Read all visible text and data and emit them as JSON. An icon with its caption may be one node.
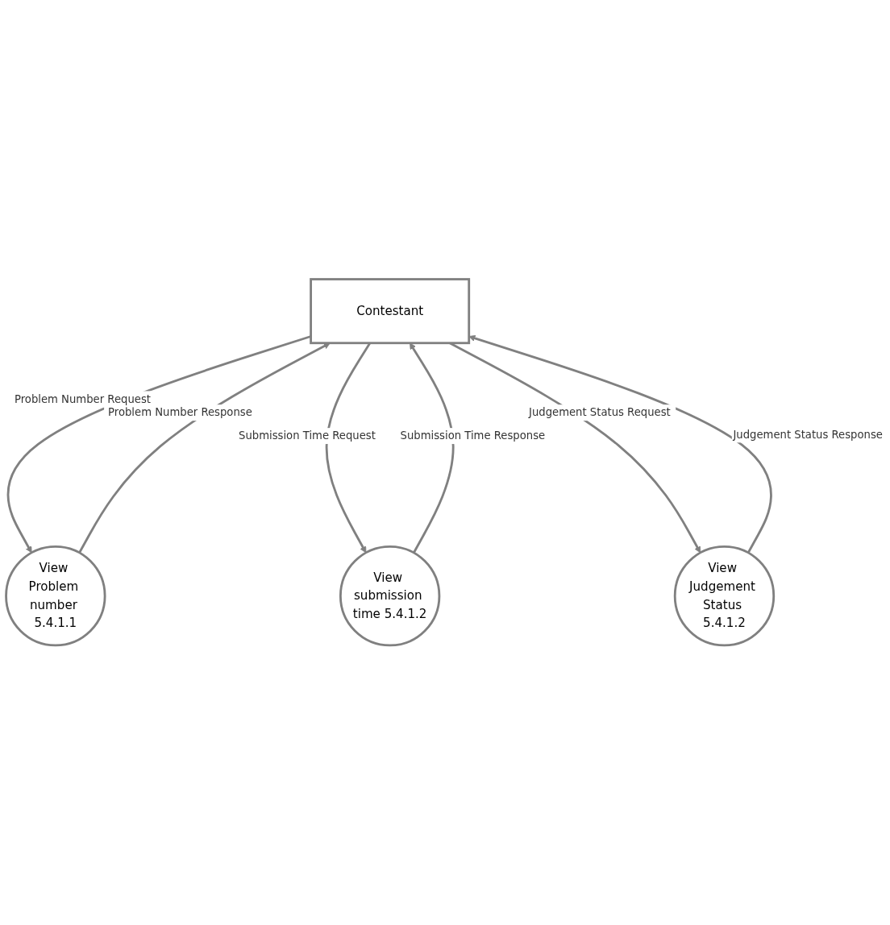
{
  "diagram": {
    "nodes": [
      {
        "text": [
          "Contestant"
        ]
      },
      {
        "text": [
          "View Problem number 5.4.1.1"
        ]
      },
      {
        "text": [
          "View submission time 5.4.1.2"
        ]
      },
      {
        "text": [
          "View Judgement Status 5.4.1.2"
        ]
      }
    ],
    "edges": [
      {
        "from": 1,
        "to": 0,
        "arrow": "to",
        "label": "Problem Number Response"
      },
      {
        "from": 0,
        "to": 1,
        "arrow": "to",
        "label": "Problem Number Request"
      },
      {
        "from": 0,
        "to": 2,
        "arrow": "to",
        "label": "Submission Time Request"
      },
      {
        "from": 2,
        "to": 0,
        "arrow": "to",
        "label": "Submission Time Response"
      },
      {
        "from": 0,
        "to": 3,
        "arrow": "to",
        "label": "Judgement Status Request"
      },
      {
        "from": 3,
        "to": 0,
        "arrow": "to",
        "label": "Judgement Status Response"
      }
    ]
  }
}
